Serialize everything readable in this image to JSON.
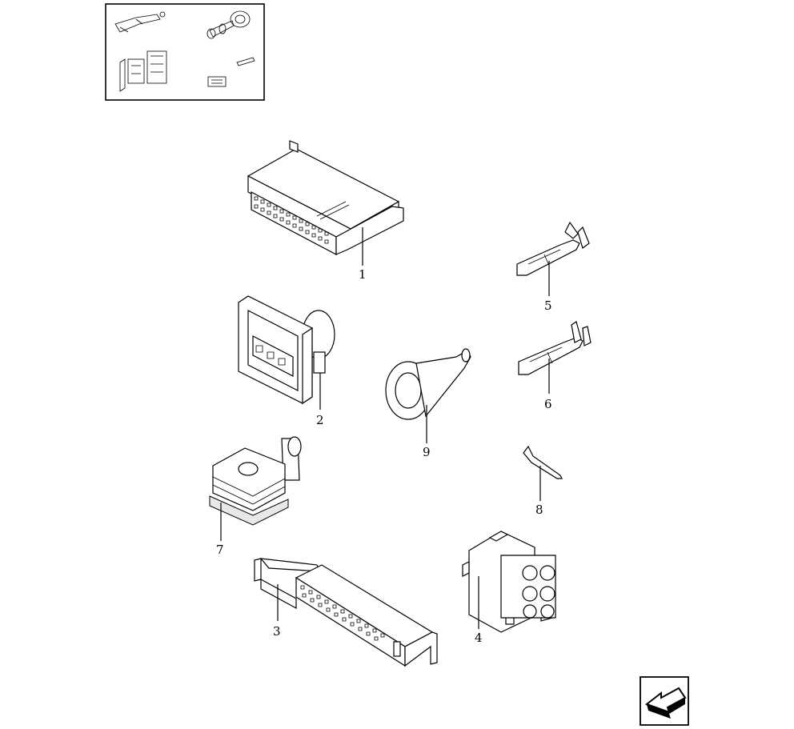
{
  "diagram": {
    "callouts": [
      {
        "id": "1",
        "label": "1"
      },
      {
        "id": "2",
        "label": "2"
      },
      {
        "id": "3",
        "label": "3"
      },
      {
        "id": "4",
        "label": "4"
      },
      {
        "id": "5",
        "label": "5"
      },
      {
        "id": "6",
        "label": "6"
      },
      {
        "id": "7",
        "label": "7"
      },
      {
        "id": "8",
        "label": "8"
      },
      {
        "id": "9",
        "label": "9"
      }
    ]
  },
  "icons": {
    "thumbnail": "connector-set-thumbnail-icon",
    "nav": "back-arrow-icon"
  }
}
